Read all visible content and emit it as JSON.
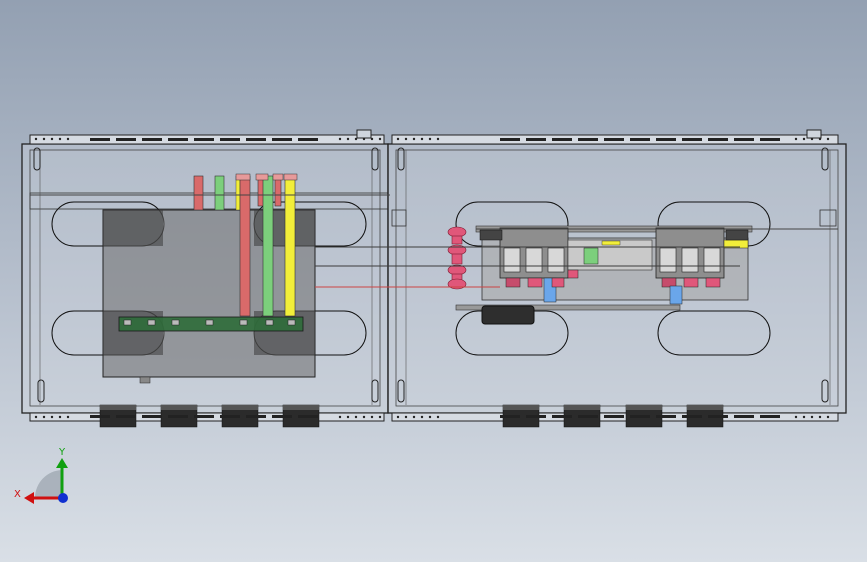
{
  "viewport": {
    "view": "front",
    "background_top": "#93a0b2",
    "background_bottom": "#d9dfe6"
  },
  "triad": {
    "x_label": "X",
    "y_label": "Y",
    "x_color": "#d01010",
    "y_color": "#10a010",
    "z_color": "#1030d0"
  },
  "wire_colors": {
    "red": "#d96a6a",
    "green": "#7ccf7c",
    "yellow": "#f2ee3a",
    "pink": "#e0577a",
    "blue": "#6aa6ea",
    "dark": "#3c3c3c"
  }
}
